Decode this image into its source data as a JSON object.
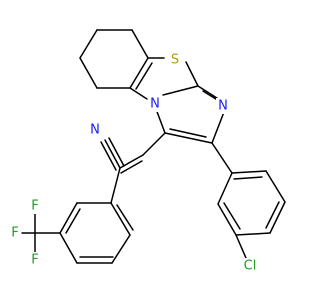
{
  "molecule": {
    "atoms": {
      "sulfur": {
        "text": "S",
        "color": "#b0a000"
      },
      "ring_nitrogen_fused": {
        "text": "N",
        "color": "#1a1aff"
      },
      "ring_nitrogen_imidazole": {
        "text": "N",
        "color": "#1a1aff"
      },
      "nitrile": {
        "text": "N",
        "color": "#1a1aff"
      },
      "chlorine": {
        "text": "Cl",
        "color": "#1f9e1f"
      },
      "fluorine_top": {
        "text": "F",
        "color": "#1f9e1f"
      },
      "fluorine_left": {
        "text": "F",
        "color": "#1f9e1f"
      },
      "fluorine_bottom": {
        "text": "F",
        "color": "#1f9e1f"
      }
    },
    "bond_color": "#000000"
  }
}
